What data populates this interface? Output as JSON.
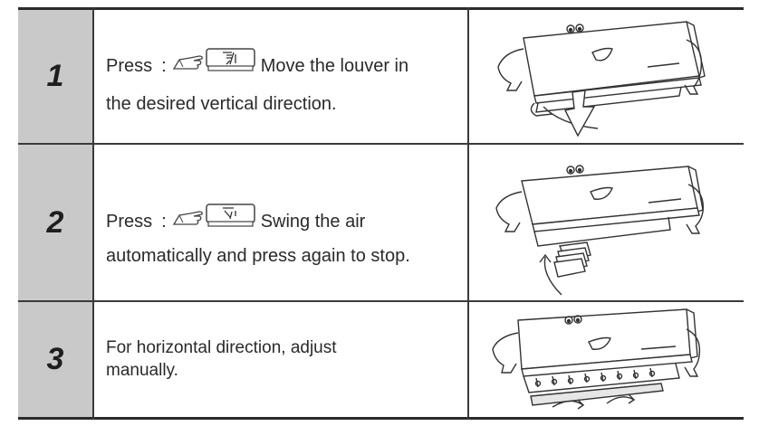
{
  "rows": [
    {
      "number": "1",
      "press_label": "Press",
      "colon": ":",
      "button_icon": "vertical-louver-button",
      "rest_line1": "Move the louver in",
      "line2": "the desired vertical direction."
    },
    {
      "number": "2",
      "press_label": "Press",
      "colon": ":",
      "button_icon": "swing-button",
      "rest_line1": "Swing the air",
      "line2": "automatically and press again to stop."
    },
    {
      "number": "3",
      "line1": "For horizontal direction, adjust",
      "line2": "manually."
    }
  ],
  "illustrations": [
    "ac-unit-louver-down-icon",
    "ac-unit-swing-icon",
    "ac-unit-horizontal-adjust-icon"
  ],
  "colors": {
    "number_cell": "#c9c9c9",
    "rule": "#2b2b2b",
    "text": "#2a2a2a"
  }
}
